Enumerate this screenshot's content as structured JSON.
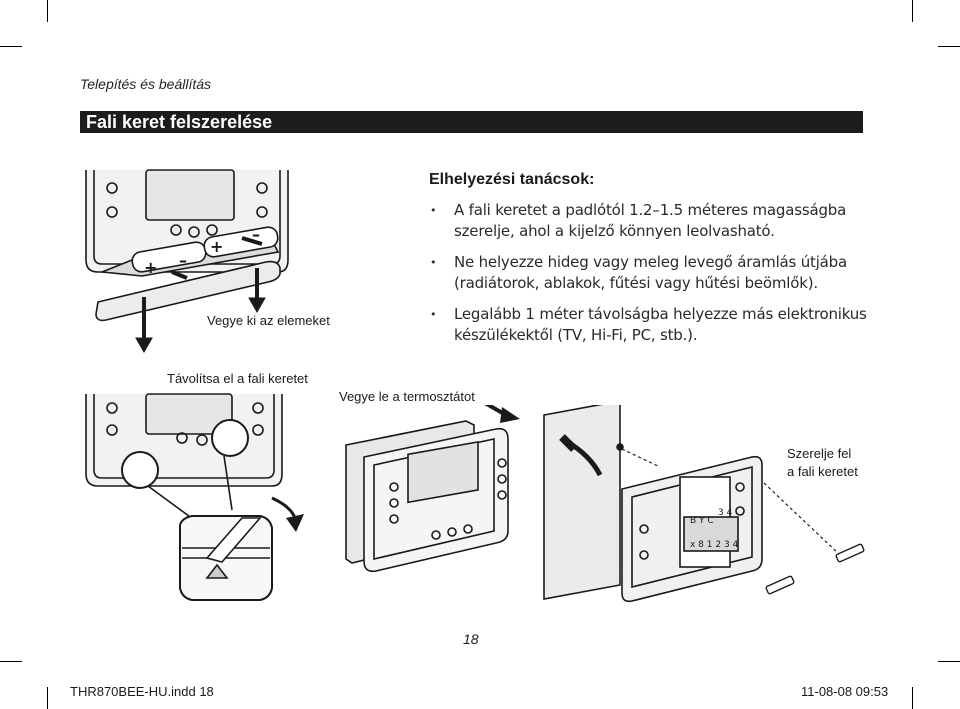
{
  "header": {
    "section": "Telepítés és beállítás"
  },
  "title": "Fali keret felszerelése",
  "tips": {
    "heading": "Elhelyezési tanácsok:",
    "items": [
      "A fali keretet a padlótól 1.2–1.5 méteres magasságba szerelje, ahol a kijelző könnyen leolvasható.",
      "Ne helyezze hideg vagy meleg levegő áramlás útjába (radiátorok, ablakok, fűtési vagy hűtési beömlők).",
      "Legalább 1 méter távolságba helyezze más elektronikus készülékektől (TV, Hi-Fi, PC, stb.)."
    ]
  },
  "illustrations": {
    "remove_batteries": "Vegye ki az elemeket",
    "remove_frame": "Távolítsa el a fali keretet",
    "remove_thermostat": "Vegye le a termosztátot",
    "mount_frame_line1": "Szerelje fel",
    "mount_frame_line2": "a fali keretet"
  },
  "page_number": "18",
  "footer": {
    "file": "THR870BEE-HU.indd   18",
    "date": "11-08-08   09:53"
  }
}
